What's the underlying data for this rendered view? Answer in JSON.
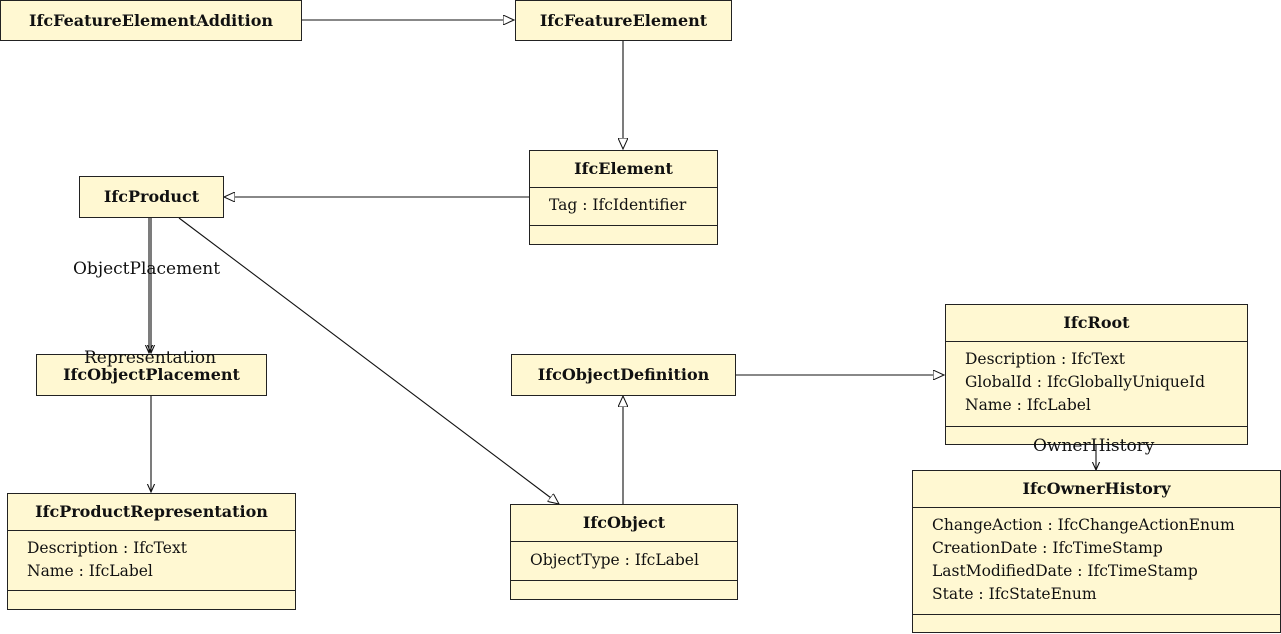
{
  "classes": {
    "feature_element_addition": {
      "name": "IfcFeatureElementAddition"
    },
    "feature_element": {
      "name": "IfcFeatureElement"
    },
    "element": {
      "name": "IfcElement",
      "attributes": [
        "Tag : IfcIdentifier"
      ]
    },
    "product": {
      "name": "IfcProduct"
    },
    "object_placement": {
      "name": "IfcObjectPlacement"
    },
    "product_representation": {
      "name": "IfcProductRepresentation",
      "attributes": [
        "Description : IfcText",
        "Name : IfcLabel"
      ]
    },
    "object_definition": {
      "name": "IfcObjectDefinition"
    },
    "object": {
      "name": "IfcObject",
      "attributes": [
        "ObjectType : IfcLabel"
      ]
    },
    "root": {
      "name": "IfcRoot",
      "attributes": [
        "Description : IfcText",
        "GlobalId : IfcGloballyUniqueId",
        "Name : IfcLabel"
      ]
    },
    "owner_history": {
      "name": "IfcOwnerHistory",
      "attributes": [
        "ChangeAction : IfcChangeActionEnum",
        "CreationDate : IfcTimeStamp",
        "LastModifiedDate : IfcTimeStamp",
        "State : IfcStateEnum"
      ]
    }
  },
  "labels": {
    "object_placement": "ObjectPlacement",
    "representation": "Representation",
    "owner_history": "OwnerHistory"
  }
}
